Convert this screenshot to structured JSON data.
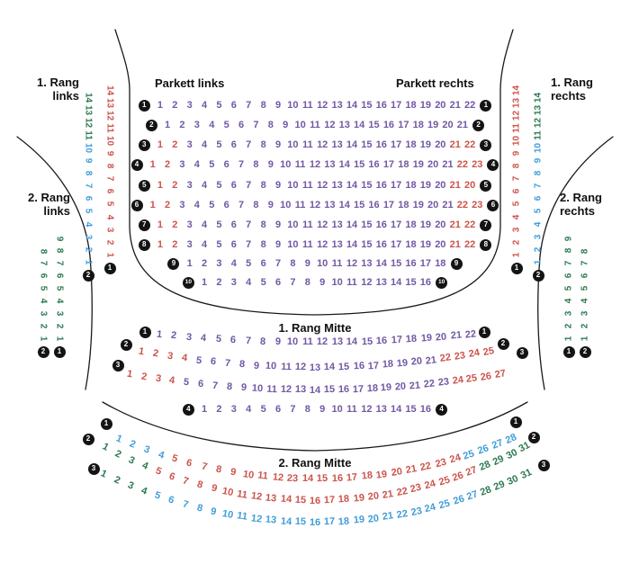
{
  "colors": {
    "purple": "#7158a3",
    "red": "#cc544b",
    "blue": "#3f9dd8",
    "green": "#2c7a50",
    "badge_bg": "#141414",
    "badge_text": "#ffffff",
    "line": "#1a1a1a"
  },
  "labels": {
    "parkett_links": "Parkett links",
    "parkett_rechts": "Parkett rechts",
    "rang1_links": "1. Rang links",
    "rang2_links": "2. Rang links",
    "rang1_rechts": "1. Rang rechts",
    "rang2_rechts": "2. Rang rechts",
    "rang1_mitte": "1. Rang Mitte",
    "rang2_mitte": "2. Rang Mitte"
  },
  "parkett_rows": [
    {
      "badge": "1",
      "parts": [
        [
          1,
          22,
          "purple"
        ]
      ]
    },
    {
      "badge": "2",
      "parts": [
        [
          1,
          21,
          "purple"
        ]
      ]
    },
    {
      "badge": "3",
      "parts": [
        [
          1,
          2,
          "red"
        ],
        [
          3,
          20,
          "purple"
        ],
        [
          21,
          22,
          "red"
        ]
      ]
    },
    {
      "badge": "4",
      "parts": [
        [
          1,
          2,
          "red"
        ],
        [
          3,
          21,
          "purple"
        ],
        [
          22,
          23,
          "red"
        ]
      ]
    },
    {
      "badge": "5",
      "parts": [
        [
          1,
          2,
          "red"
        ],
        [
          3,
          20,
          "purple"
        ],
        [
          "=",
          "21",
          "red"
        ],
        [
          "=",
          "20",
          "red"
        ]
      ]
    },
    {
      "badge": "6",
      "parts": [
        [
          1,
          2,
          "red"
        ],
        [
          3,
          21,
          "purple"
        ],
        [
          22,
          23,
          "red"
        ]
      ]
    },
    {
      "badge": "7",
      "parts": [
        [
          1,
          2,
          "red"
        ],
        [
          3,
          20,
          "purple"
        ],
        [
          21,
          22,
          "red"
        ]
      ]
    },
    {
      "badge": "8",
      "parts": [
        [
          1,
          2,
          "red"
        ],
        [
          3,
          20,
          "purple"
        ],
        [
          21,
          22,
          "red"
        ]
      ]
    },
    {
      "badge": "9",
      "parts": [
        [
          1,
          18,
          "purple"
        ]
      ]
    },
    {
      "badge": "10",
      "parts": [
        [
          1,
          16,
          "purple"
        ]
      ]
    }
  ],
  "side_columns": {
    "rang1_links": [
      {
        "badge": "1",
        "parts": [
          [
            14,
            1,
            "red"
          ]
        ]
      },
      {
        "badge": "2",
        "parts": [
          [
            14,
            11,
            "green"
          ],
          [
            10,
            1,
            "blue"
          ]
        ]
      }
    ],
    "rang1_rechts": [
      {
        "badge": "1",
        "parts": [
          [
            14,
            1,
            "red"
          ]
        ]
      },
      {
        "badge": "2",
        "parts": [
          [
            14,
            11,
            "green"
          ],
          [
            10,
            1,
            "blue"
          ]
        ]
      }
    ],
    "rang2_links": [
      {
        "badge": "1",
        "parts": [
          [
            9,
            1,
            "green"
          ]
        ]
      },
      {
        "badge": "2",
        "parts": [
          [
            8,
            1,
            "green"
          ]
        ]
      }
    ],
    "rang2_rechts": [
      {
        "badge": "1",
        "parts": [
          [
            9,
            1,
            "green"
          ]
        ]
      },
      {
        "badge": "2",
        "parts": [
          [
            8,
            1,
            "green"
          ]
        ]
      }
    ]
  },
  "rang1_mitte": {
    "rows": [
      {
        "parts": [
          [
            1,
            22,
            "purple"
          ]
        ]
      },
      {
        "parts": [
          [
            1,
            4,
            "red"
          ],
          [
            5,
            21,
            "purple"
          ],
          [
            22,
            25,
            "red"
          ]
        ]
      },
      {
        "parts": [
          [
            1,
            4,
            "red"
          ],
          [
            5,
            23,
            "purple"
          ],
          [
            24,
            27,
            "red"
          ]
        ]
      },
      {
        "badge": "4",
        "parts": [
          [
            1,
            16,
            "purple"
          ]
        ]
      }
    ],
    "left_badges": [
      "1",
      "2",
      "3"
    ],
    "right_badges": [
      "1",
      "2",
      "3"
    ]
  },
  "rang2_mitte": {
    "rows": [
      {
        "parts": [
          [
            1,
            4,
            "blue"
          ],
          [
            5,
            12,
            "red"
          ],
          [
            "=",
            "23",
            "red"
          ],
          [
            14,
            24,
            "red"
          ],
          [
            25,
            28,
            "blue"
          ]
        ]
      },
      {
        "parts": [
          [
            1,
            4,
            "green"
          ],
          [
            5,
            27,
            "red"
          ],
          [
            28,
            31,
            "green"
          ]
        ]
      },
      {
        "parts": [
          [
            1,
            4,
            "green"
          ],
          [
            5,
            27,
            "blue"
          ],
          [
            28,
            31,
            "green"
          ]
        ]
      }
    ],
    "left_badges": [
      "1",
      "2",
      "3"
    ],
    "right_badges": [
      "1",
      "2",
      "3"
    ]
  }
}
